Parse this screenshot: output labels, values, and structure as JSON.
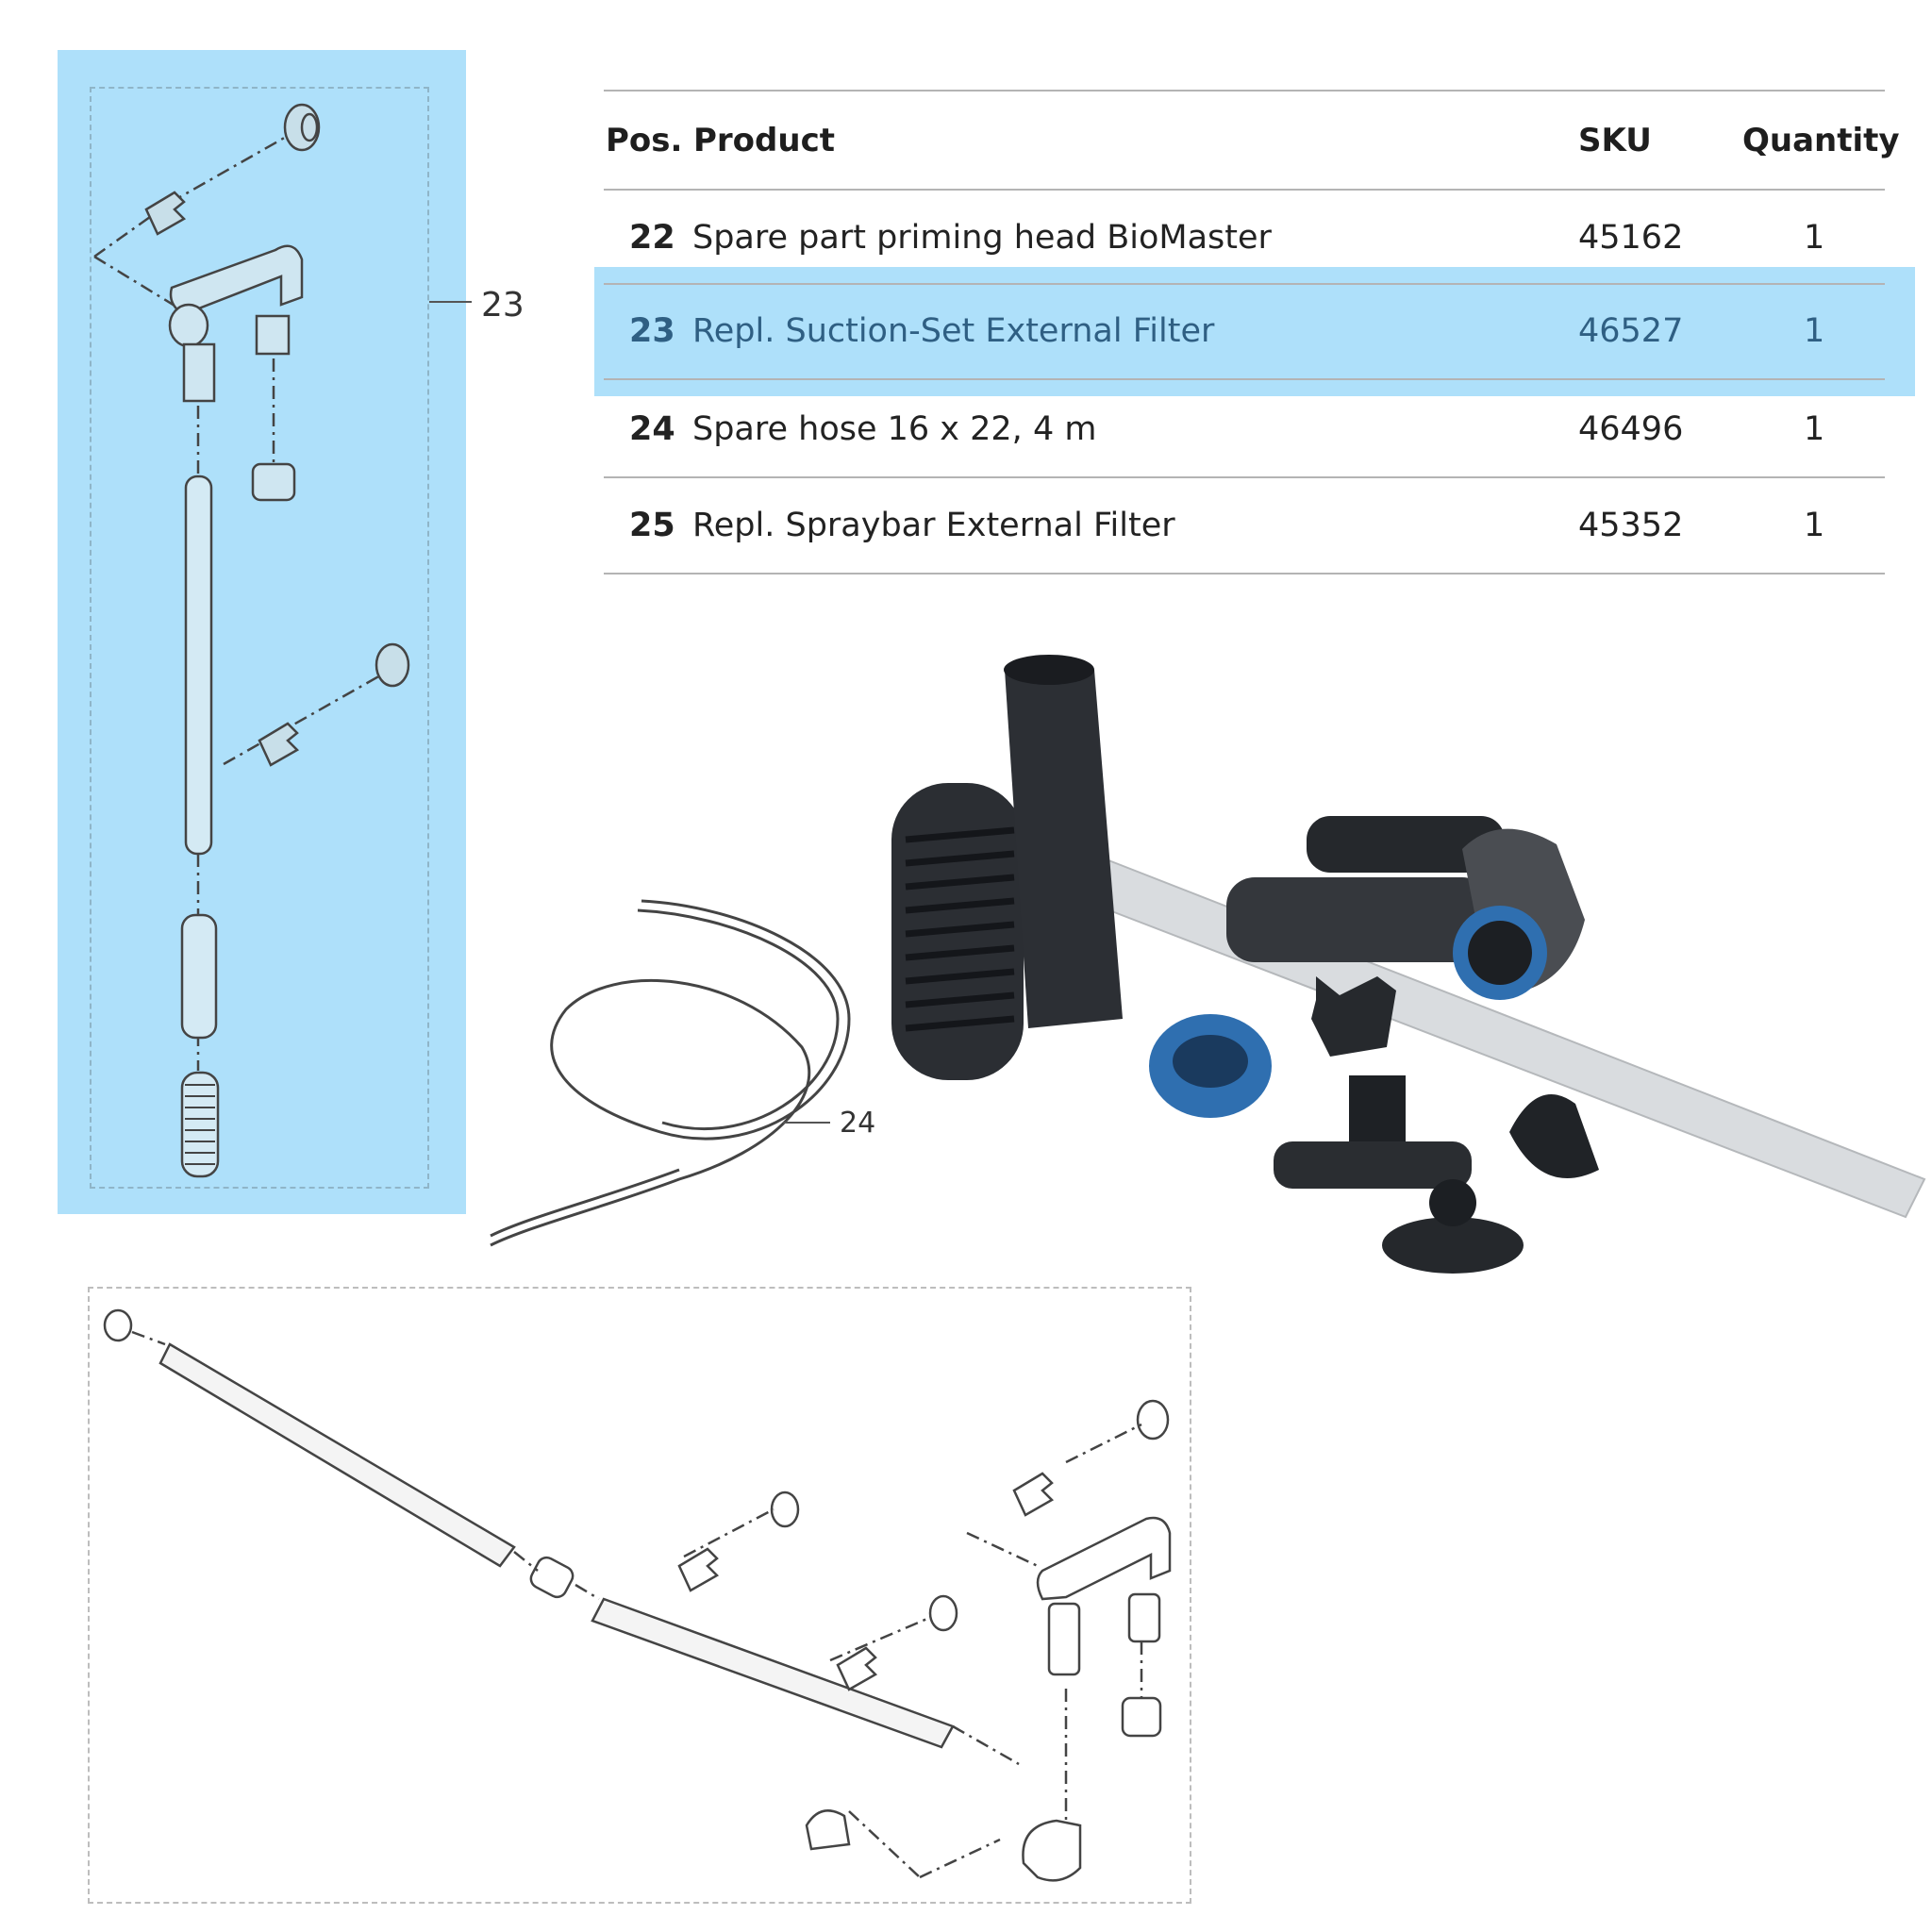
{
  "callouts": {
    "suction_set": "23",
    "hose": "24"
  },
  "table": {
    "headers": {
      "pos": "Pos.",
      "product": "Product",
      "sku": "SKU",
      "quantity": "Quantity"
    },
    "rows": [
      {
        "pos": "22",
        "product": "Spare part priming head BioMaster",
        "sku": "45162",
        "quantity": "1"
      },
      {
        "pos": "23",
        "product": "Repl. Suction-Set External Filter",
        "sku": "46527",
        "quantity": "1",
        "highlighted": true
      },
      {
        "pos": "24",
        "product": "Spare hose 16 x 22, 4 m",
        "sku": "46496",
        "quantity": "1"
      },
      {
        "pos": "25",
        "product": "Repl. Spraybar External Filter",
        "sku": "45352",
        "quantity": "1"
      }
    ]
  },
  "colors": {
    "highlight": "#aee0fa",
    "highlight_text": "#2f5f83",
    "accent_blue": "#2f6fb0"
  }
}
